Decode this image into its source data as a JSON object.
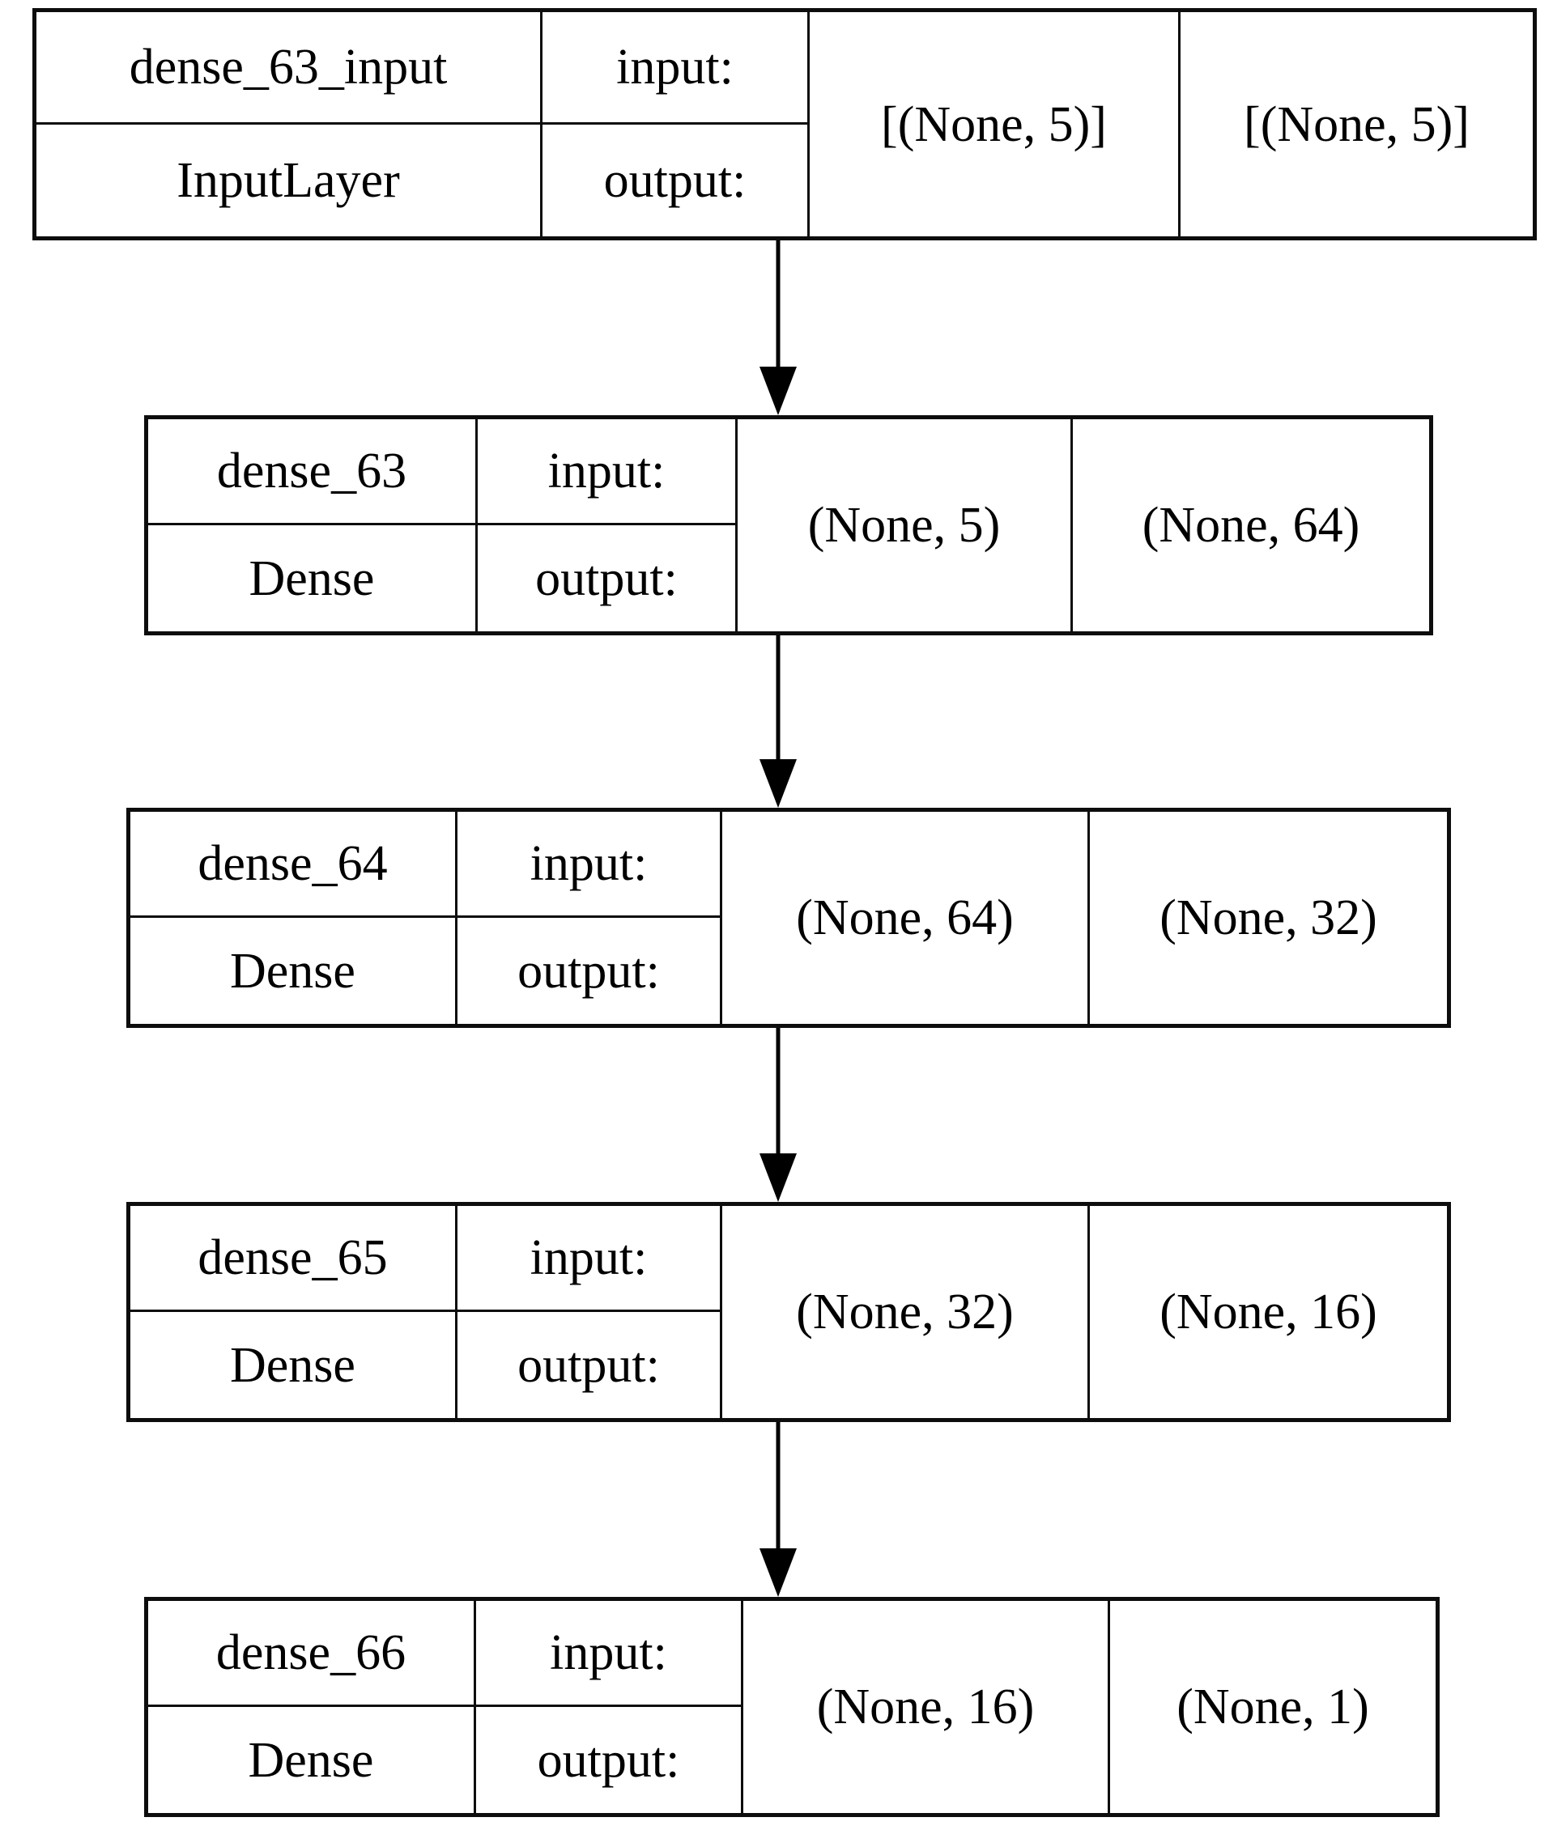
{
  "colors": {
    "background": "#ffffff",
    "border": "#0d0d0d",
    "text": "#000000",
    "arrow": "#000000"
  },
  "layers": [
    {
      "name": "dense_63_input",
      "type": "InputLayer",
      "input_label": "input:",
      "output_label": "output:",
      "input_shape": "[(None, 5)]",
      "output_shape": "[(None, 5)]"
    },
    {
      "name": "dense_63",
      "type": "Dense",
      "input_label": "input:",
      "output_label": "output:",
      "input_shape": "(None, 5)",
      "output_shape": "(None, 64)"
    },
    {
      "name": "dense_64",
      "type": "Dense",
      "input_label": "input:",
      "output_label": "output:",
      "input_shape": "(None, 64)",
      "output_shape": "(None, 32)"
    },
    {
      "name": "dense_65",
      "type": "Dense",
      "input_label": "input:",
      "output_label": "output:",
      "input_shape": "(None, 32)",
      "output_shape": "(None, 16)"
    },
    {
      "name": "dense_66",
      "type": "Dense",
      "input_label": "input:",
      "output_label": "output:",
      "input_shape": "(None, 16)",
      "output_shape": "(None, 1)"
    }
  ]
}
